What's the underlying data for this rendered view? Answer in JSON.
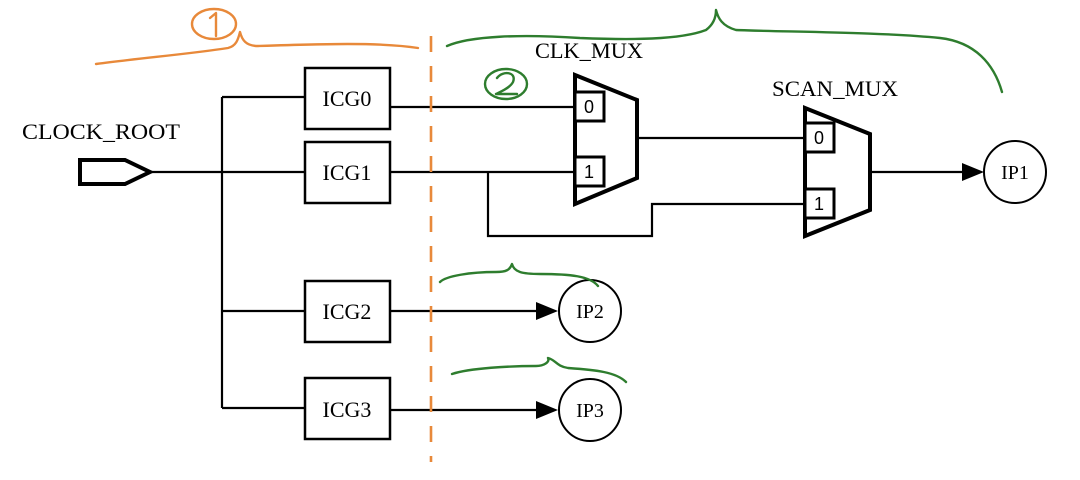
{
  "diagram": {
    "source": {
      "label": "CLOCK_ROOT"
    },
    "gates": [
      {
        "label": "ICG0"
      },
      {
        "label": "ICG1"
      },
      {
        "label": "ICG2"
      },
      {
        "label": "ICG3"
      }
    ],
    "muxes": [
      {
        "label": "CLK_MUX",
        "inputs": [
          "0",
          "1"
        ]
      },
      {
        "label": "SCAN_MUX",
        "inputs": [
          "0",
          "1"
        ]
      }
    ],
    "outputs": [
      {
        "label": "IP1"
      },
      {
        "label": "IP2"
      },
      {
        "label": "IP3"
      }
    ]
  },
  "annotations": {
    "orange_mark": "①",
    "green_mark": "②"
  },
  "colors": {
    "annotation_orange": "#e8893a",
    "annotation_green": "#2e7d2e",
    "wire": "#000000"
  }
}
